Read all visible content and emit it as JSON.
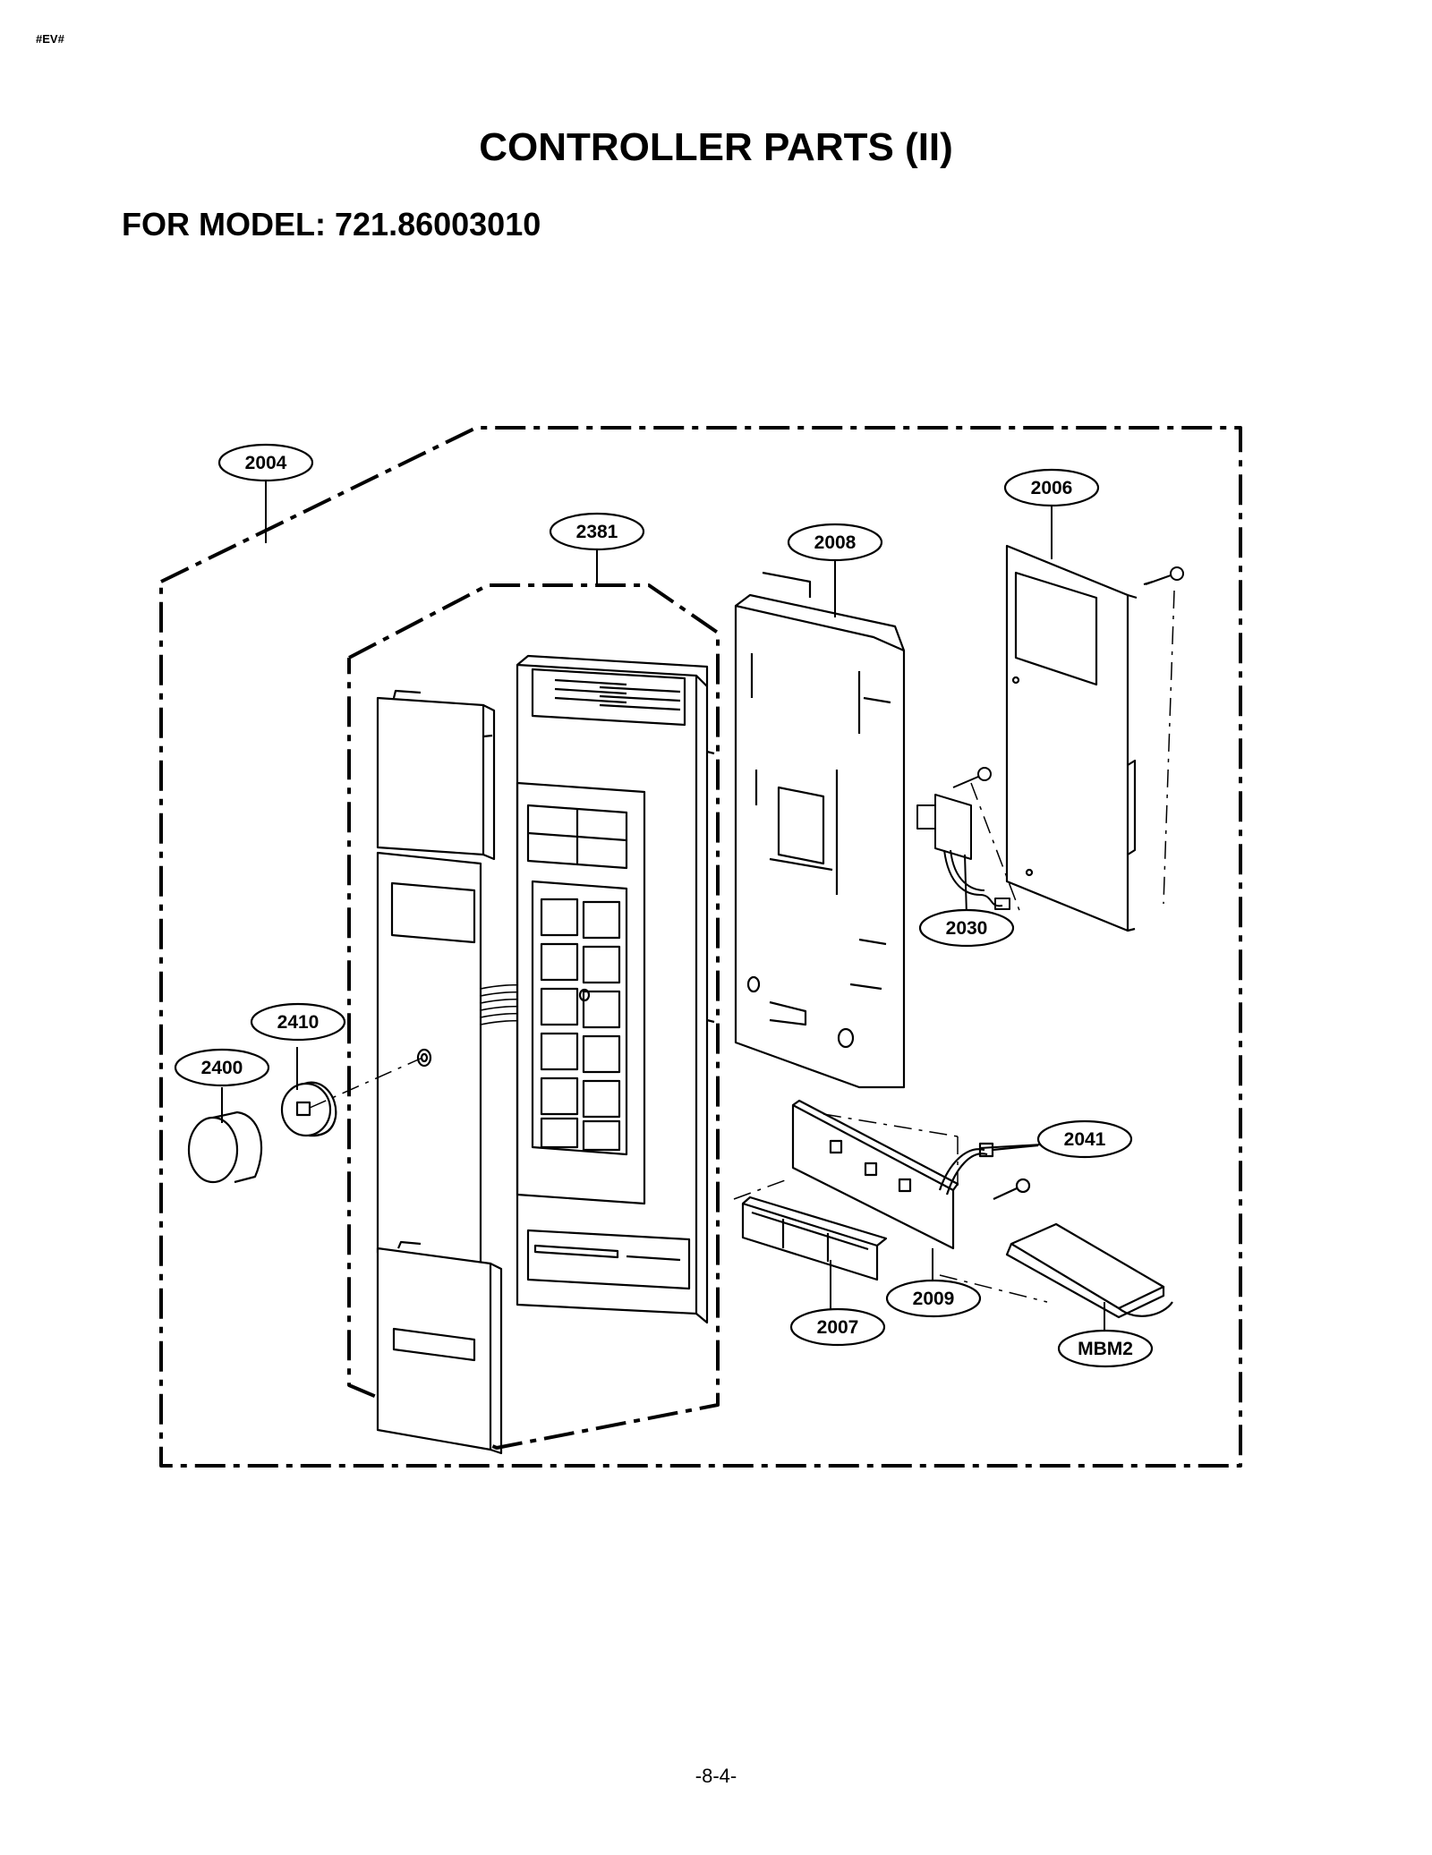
{
  "header": {
    "corner_tag": "#EV#",
    "title": "CONTROLLER PARTS (II)",
    "model_label": "FOR MODEL:",
    "model_number": "721.86003010"
  },
  "callouts": {
    "c2004": "2004",
    "c2006": "2006",
    "c2381": "2381",
    "c2008": "2008",
    "c2030": "2030",
    "c2410": "2410",
    "c2400": "2400",
    "c2041": "2041",
    "c2009": "2009",
    "c2007": "2007",
    "cMBM2": "MBM2"
  },
  "footer": {
    "page": "-8-4-"
  }
}
